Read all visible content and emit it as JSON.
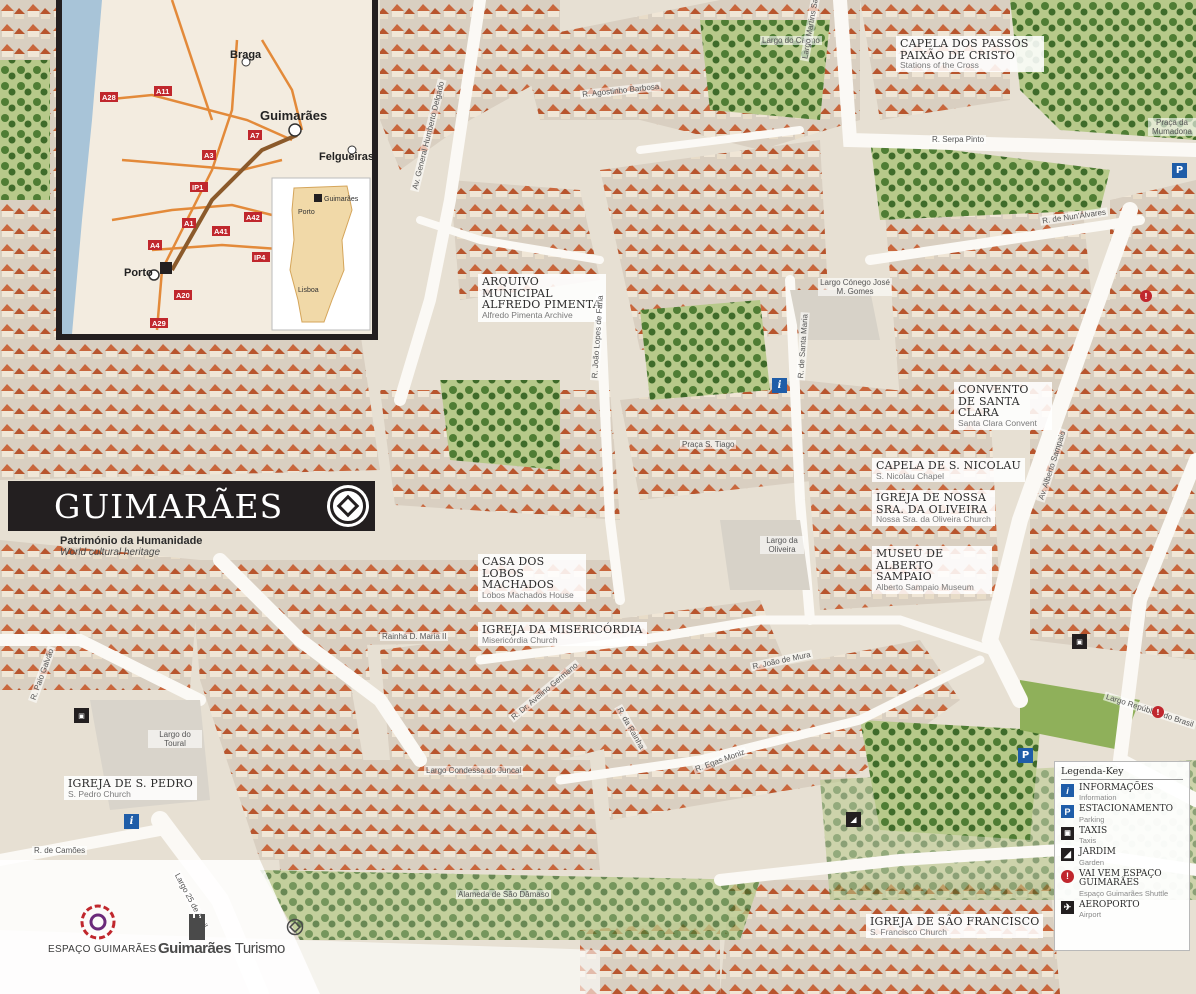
{
  "title": "GUIMARÃES",
  "heritage": {
    "pt": "Património da Humanidade",
    "en": "World cultural heritage"
  },
  "inset_map": {
    "places": [
      "Braga",
      "Guimarães",
      "Felgueiras",
      "Porto"
    ],
    "portugal_labels": [
      "Guimarães",
      "Porto",
      "Lisboa"
    ],
    "roads": [
      "A28",
      "A11",
      "A7",
      "A3",
      "A41",
      "A42",
      "A4",
      "A1",
      "A20",
      "A29",
      "IP1",
      "IP4"
    ]
  },
  "landmarks": [
    {
      "pt": "Capela dos Passos Paixão de Cristo",
      "en": "Stations of the Cross"
    },
    {
      "pt": "Arquivo Municipal Alfredo Pimenta",
      "en": "Alfredo Pimenta Archive"
    },
    {
      "pt": "Convento de Santa Clara",
      "en": "Santa Clara Convent"
    },
    {
      "pt": "Capela de S. Nicolau",
      "en": "S. Nicolau Chapel"
    },
    {
      "pt": "Igreja de Nossa Sra. da Oliveira",
      "en": "Nossa Sra. da Oliveira Church"
    },
    {
      "pt": "Museu de Alberto Sampaio",
      "en": "Alberto Sampaio Museum"
    },
    {
      "pt": "Casa dos Lobos Machados",
      "en": "Lobos Machados House"
    },
    {
      "pt": "Igreja da Misericórdia",
      "en": "Misericórdia Church"
    },
    {
      "pt": "Igreja de S. Pedro",
      "en": "S. Pedro Church"
    },
    {
      "pt": "Igreja de São Francisco",
      "en": "S. Francisco Church"
    }
  ],
  "streets": [
    "R. Agostinho Barbosa",
    "Largo do Carmo",
    "Largo Martins Sarmento",
    "R. Serpa Pinto",
    "Praça da Mumadona",
    "R. de Nun'Álvares",
    "Av. General Humberto Delgado",
    "Largo Cónego José M. Gomes",
    "R. João Lopes de Faria",
    "R. de Santa Maria",
    "Praça S. Tiago",
    "Largo da Oliveira",
    "Av. Alberto Sampaio",
    "Rainha D. Maria II",
    "R. João de Mura",
    "R. Paio Galvão",
    "Largo do Toural",
    "R. de Camões",
    "Largo 25 de Abril",
    "Alameda de São Dâmaso",
    "Largo República do Brasil",
    "R. Dr. Avelino Germano",
    "Largo Condessa do Juncal",
    "R. Egas Moniz",
    "R. da Rainha"
  ],
  "legend": {
    "heading": "Legenda-Key",
    "items": [
      {
        "pt": "Informações",
        "en": "Information",
        "icon": "info-icon",
        "color": "#1f5da8"
      },
      {
        "pt": "Estacionamento",
        "en": "Parking",
        "icon": "parking-icon",
        "color": "#1f5da8"
      },
      {
        "pt": "Taxis",
        "en": "Taxis",
        "icon": "taxi-icon",
        "color": "#231f20"
      },
      {
        "pt": "Jardim",
        "en": "Garden",
        "icon": "garden-icon",
        "color": "#231f20"
      },
      {
        "pt": "Vai Vem Espaço Guimarães",
        "en": "Espaço Guimarães Shuttle",
        "icon": "shuttle-icon",
        "color": "#c0272d"
      },
      {
        "pt": "Aeroporto",
        "en": "Airport",
        "icon": "airport-icon",
        "color": "#231f20"
      }
    ]
  },
  "logos": {
    "espaco": "ESPAÇO GUIMARÃES",
    "turismo_brand": "Guimarães",
    "turismo_word": "Turismo"
  },
  "colors": {
    "roof": "#c9673d",
    "banner": "#231f20",
    "info_blue": "#1f5da8",
    "shuttle_red": "#c0272d"
  }
}
